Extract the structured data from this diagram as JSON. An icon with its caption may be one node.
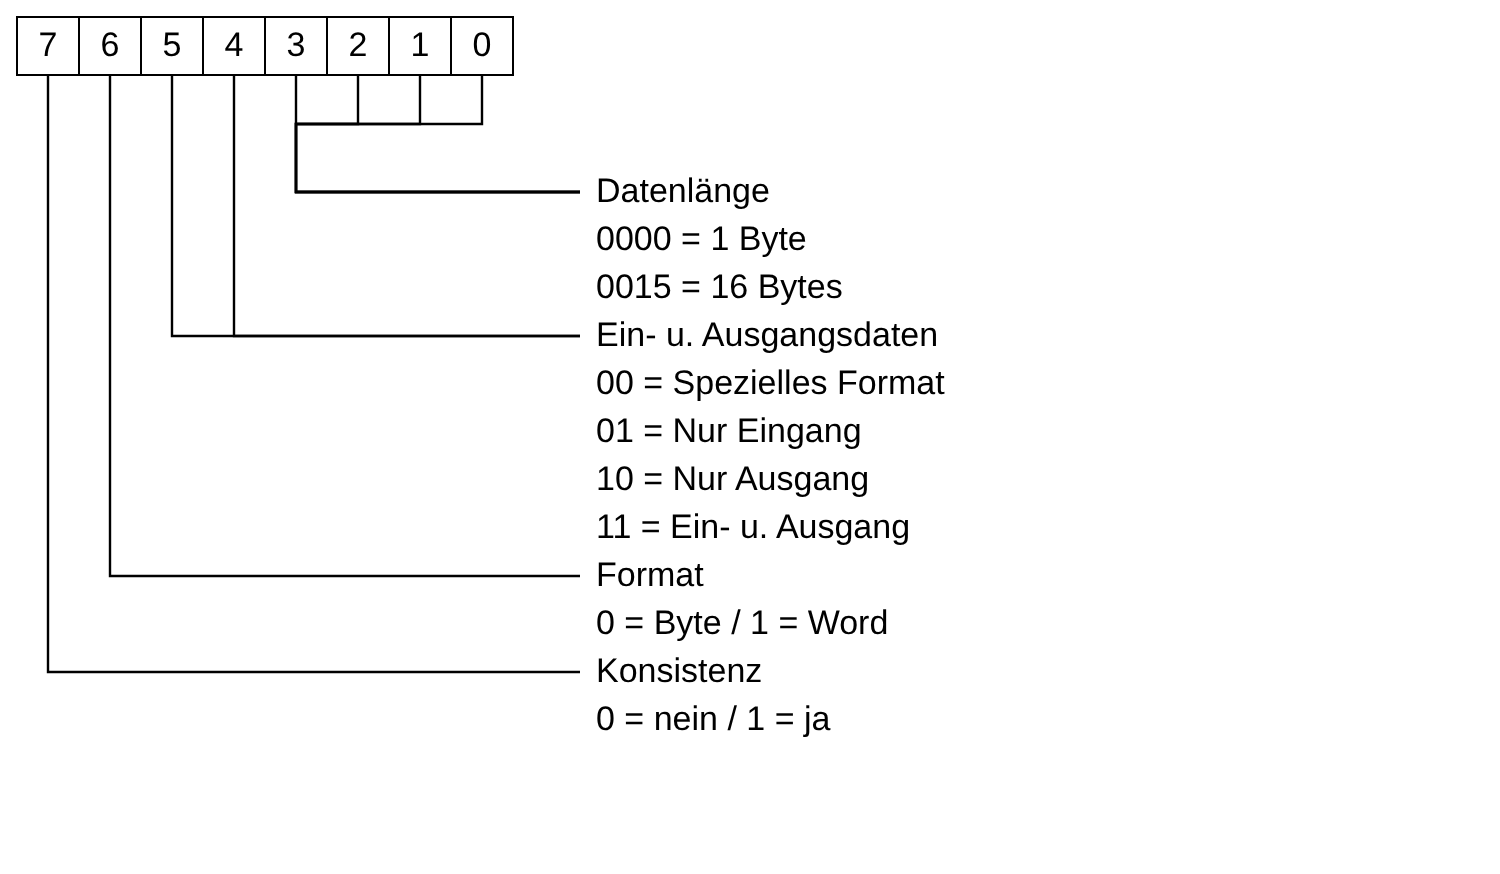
{
  "diagram": {
    "nodes": [
      {
        "text": [
          "7"
        ]
      },
      {
        "text": [
          "6"
        ]
      },
      {
        "text": [
          "5"
        ]
      },
      {
        "text": [
          "4"
        ]
      },
      {
        "text": [
          "3"
        ]
      },
      {
        "text": [
          "2"
        ]
      },
      {
        "text": [
          "1"
        ]
      },
      {
        "text": [
          "0"
        ]
      },
      {
        "text": [
          "Datenlänge",
          "0000 = 1 Byte",
          "0015 = 16 Bytes"
        ]
      },
      {
        "text": [
          "Ein- u. Ausgangsdaten",
          "00 = Spezielles Format",
          "01 = Nur Eingang",
          "10 = Nur Ausgang",
          "11 = Ein- u. Ausgang"
        ]
      },
      {
        "text": [
          "Format",
          "0 = Byte / 1 = Word"
        ]
      },
      {
        "text": [
          "Konsistenz",
          "0 = nein / 1 = ja"
        ]
      }
    ],
    "edges": [
      {
        "from": 4,
        "to": 8,
        "arrow": "none"
      },
      {
        "from": 5,
        "to": 8,
        "arrow": "none"
      },
      {
        "from": 6,
        "to": 8,
        "arrow": "none"
      },
      {
        "from": 7,
        "to": 8,
        "arrow": "none"
      },
      {
        "from": 2,
        "to": 9,
        "arrow": "none"
      },
      {
        "from": 3,
        "to": 9,
        "arrow": "none"
      },
      {
        "from": 1,
        "to": 10,
        "arrow": "none"
      },
      {
        "from": 0,
        "to": 11,
        "arrow": "none"
      }
    ]
  }
}
